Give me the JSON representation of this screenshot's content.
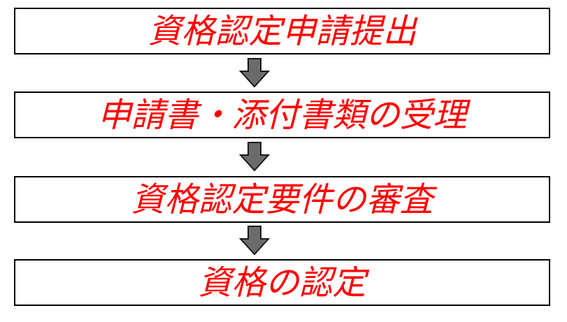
{
  "flow": {
    "steps": [
      {
        "label": "資格認定申請提出"
      },
      {
        "label": "申請書・添付書類の受理"
      },
      {
        "label": "資格認定要件の審査"
      },
      {
        "label": "資格の認定"
      }
    ],
    "colors": {
      "text": "#ff0000",
      "border": "#000000",
      "arrow_fill": "#6b6b6b",
      "arrow_stroke": "#1a1a1a"
    },
    "arrow_icon": "down-arrow-icon"
  }
}
